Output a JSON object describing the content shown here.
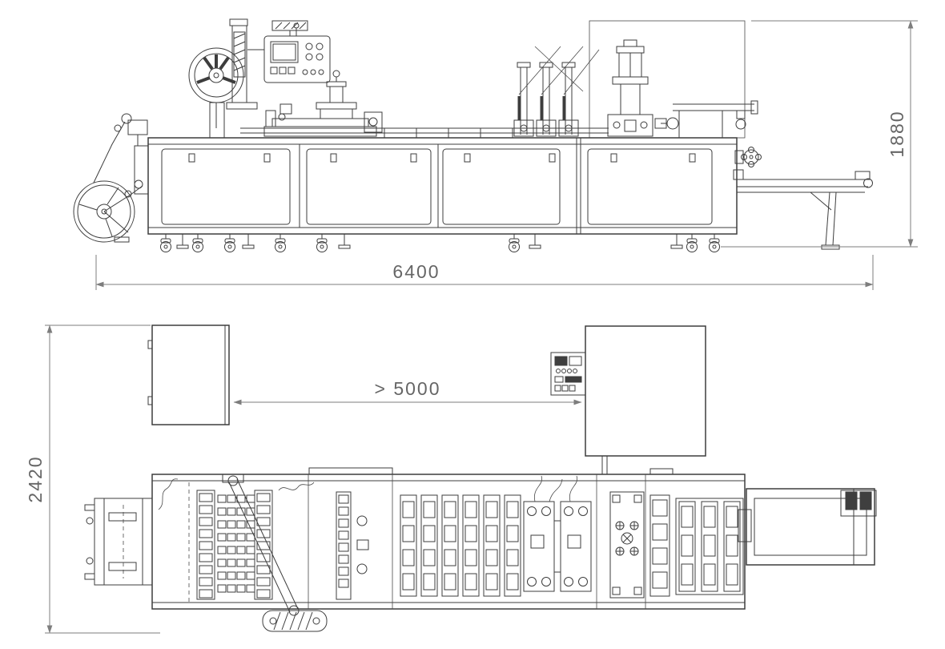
{
  "colors": {
    "background": "#ffffff",
    "line": "#3d3d3d",
    "dimension_line": "#7d7d7d",
    "dimension_text": "#666666"
  },
  "dimensions": {
    "overall_length": "6400",
    "overall_height": "1880",
    "overall_width": "2420",
    "min_clearance": "> 5000"
  }
}
